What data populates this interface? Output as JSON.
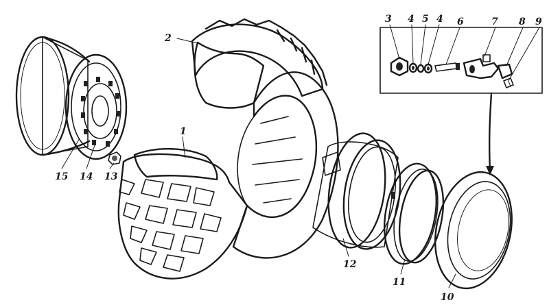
{
  "callouts": {
    "c1": "1",
    "c2": "2",
    "c3": "3",
    "c4a": "4",
    "c5": "5",
    "c4b": "4",
    "c6": "6",
    "c7": "7",
    "c8": "8",
    "c9": "9",
    "c10": "10",
    "c11": "11",
    "c12": "12",
    "c13": "13",
    "c14": "14",
    "c15": "15"
  }
}
